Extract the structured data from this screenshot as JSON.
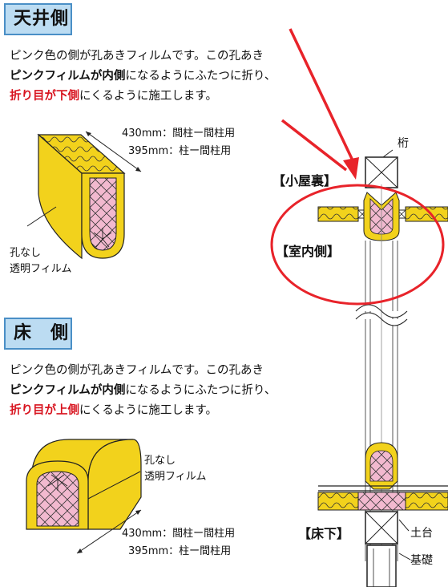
{
  "ceiling": {
    "title": "天井側",
    "line1": "ピンク色の側が孔あきフィルムです。この孔あき",
    "line2_bold": "ピンクフィルムが内側",
    "line2_rest": "になるようにふたつに折り、",
    "line3_red": "折り目が下側",
    "line3_rest": "にくるように施工します。",
    "dim1": "430mm：間柱ー間柱用",
    "dim2": "395mm：柱ー間柱用",
    "film_label_1": "孔なし",
    "film_label_2": "透明フィルム"
  },
  "floor": {
    "title": "床　側",
    "line1": "ピンク色の側が孔あきフィルムです。この孔あき",
    "line2_bold": "ピンクフィルムが内側",
    "line2_rest": "になるようにふたつに折り、",
    "line3_red": "折り目が上側",
    "line3_rest": "にくるように施工します。",
    "film_label_1": "孔なし",
    "film_label_2": "透明フィルム",
    "dim1": "430mm：間柱ー間柱用",
    "dim2": "395mm：柱ー間柱用"
  },
  "section": {
    "beam": "桁",
    "attic": "【小屋裏】",
    "indoor": "【室内側】",
    "underfloor": "【床下】",
    "sill": "土台",
    "foundation": "基礎"
  },
  "colors": {
    "insulation_yellow": "#f2d21c",
    "pink_film": "#f2b9cf",
    "highlight_red": "#e8232a",
    "badge_fill": "#bcdcf2"
  }
}
